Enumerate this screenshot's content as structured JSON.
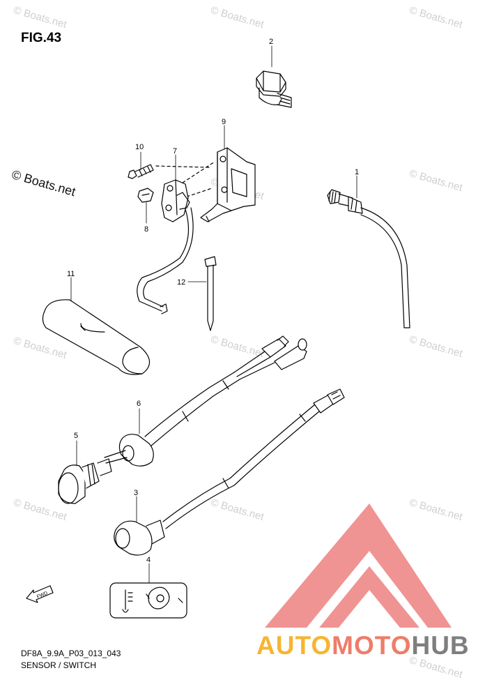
{
  "figure": {
    "title": "FIG.43"
  },
  "watermark": {
    "text": "© Boats.net"
  },
  "copyright": {
    "text": "© Boats.net"
  },
  "footer": {
    "code": "DF8A_9.9A_P03_013_043",
    "caption": "SENSOR / SWITCH"
  },
  "fwd_label": "FWD",
  "callouts": [
    "1",
    "2",
    "3",
    "4",
    "5",
    "6",
    "7",
    "8",
    "9",
    "10",
    "11",
    "12"
  ],
  "brand": {
    "part1": "AUTO",
    "part2": "MOTO",
    "part3": "HUB",
    "colors": {
      "orange": "#f6b531",
      "coral": "#ee7d6a",
      "gray": "#7e7e7e",
      "logo_red": "#ef8a8a"
    }
  }
}
